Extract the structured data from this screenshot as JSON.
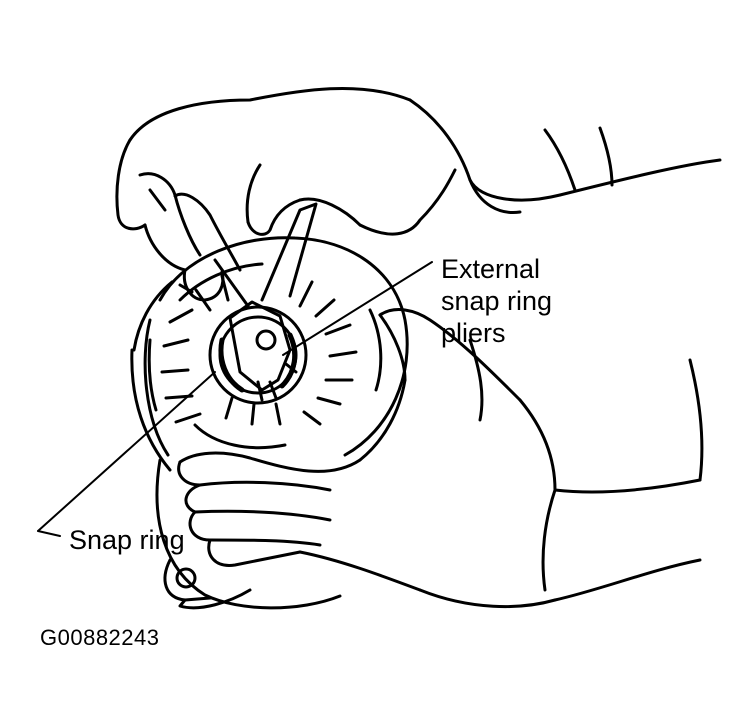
{
  "labels": {
    "pliers_line1": "External",
    "pliers_line2": "snap ring",
    "pliers_line3": "pliers",
    "snap_ring": "Snap ring"
  },
  "figure_code": "G00882243",
  "colors": {
    "ink": "#000000",
    "paper": "#ffffff"
  }
}
